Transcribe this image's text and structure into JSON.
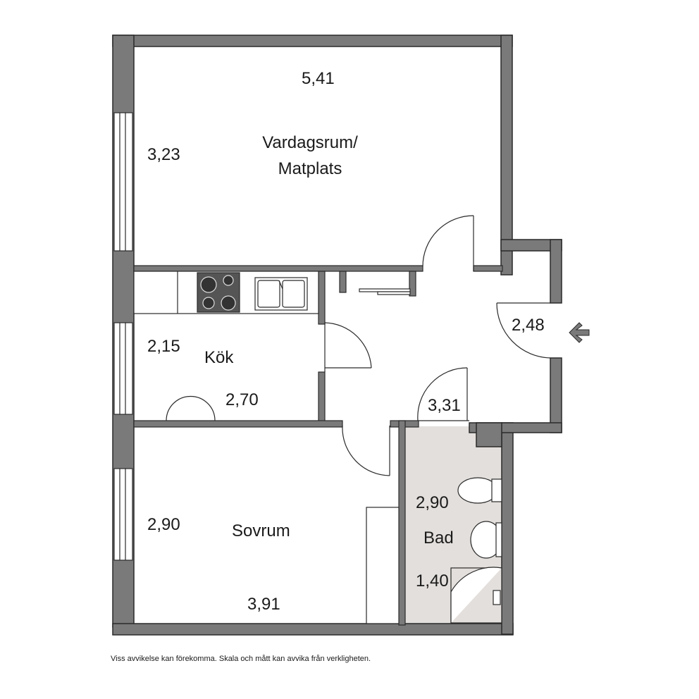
{
  "rooms": {
    "living": {
      "name_line1": "Vardagsrum/",
      "name_line2": "Matplats",
      "width": "5,41",
      "depth": "3,23"
    },
    "kitchen": {
      "name": "Kök",
      "width": "2,70",
      "depth": "2,15"
    },
    "bedroom": {
      "name": "Sovrum",
      "width": "3,91",
      "depth": "2,90"
    },
    "bathroom": {
      "name": "Bad",
      "width": "1,40",
      "depth": "2,90"
    },
    "hall": {
      "entrance_width": "2,48",
      "width": "3,31"
    }
  },
  "disclaimer": "Viss avvikelse kan förekomma. Skala och mått kan avvika från verkligheten.",
  "colors": {
    "wall": "#7a7a7a",
    "bathroom_floor": "#e3dfdc",
    "line": "#2a2a2a",
    "hob": "#555555"
  },
  "icons": [
    "entrance-arrow-icon"
  ]
}
